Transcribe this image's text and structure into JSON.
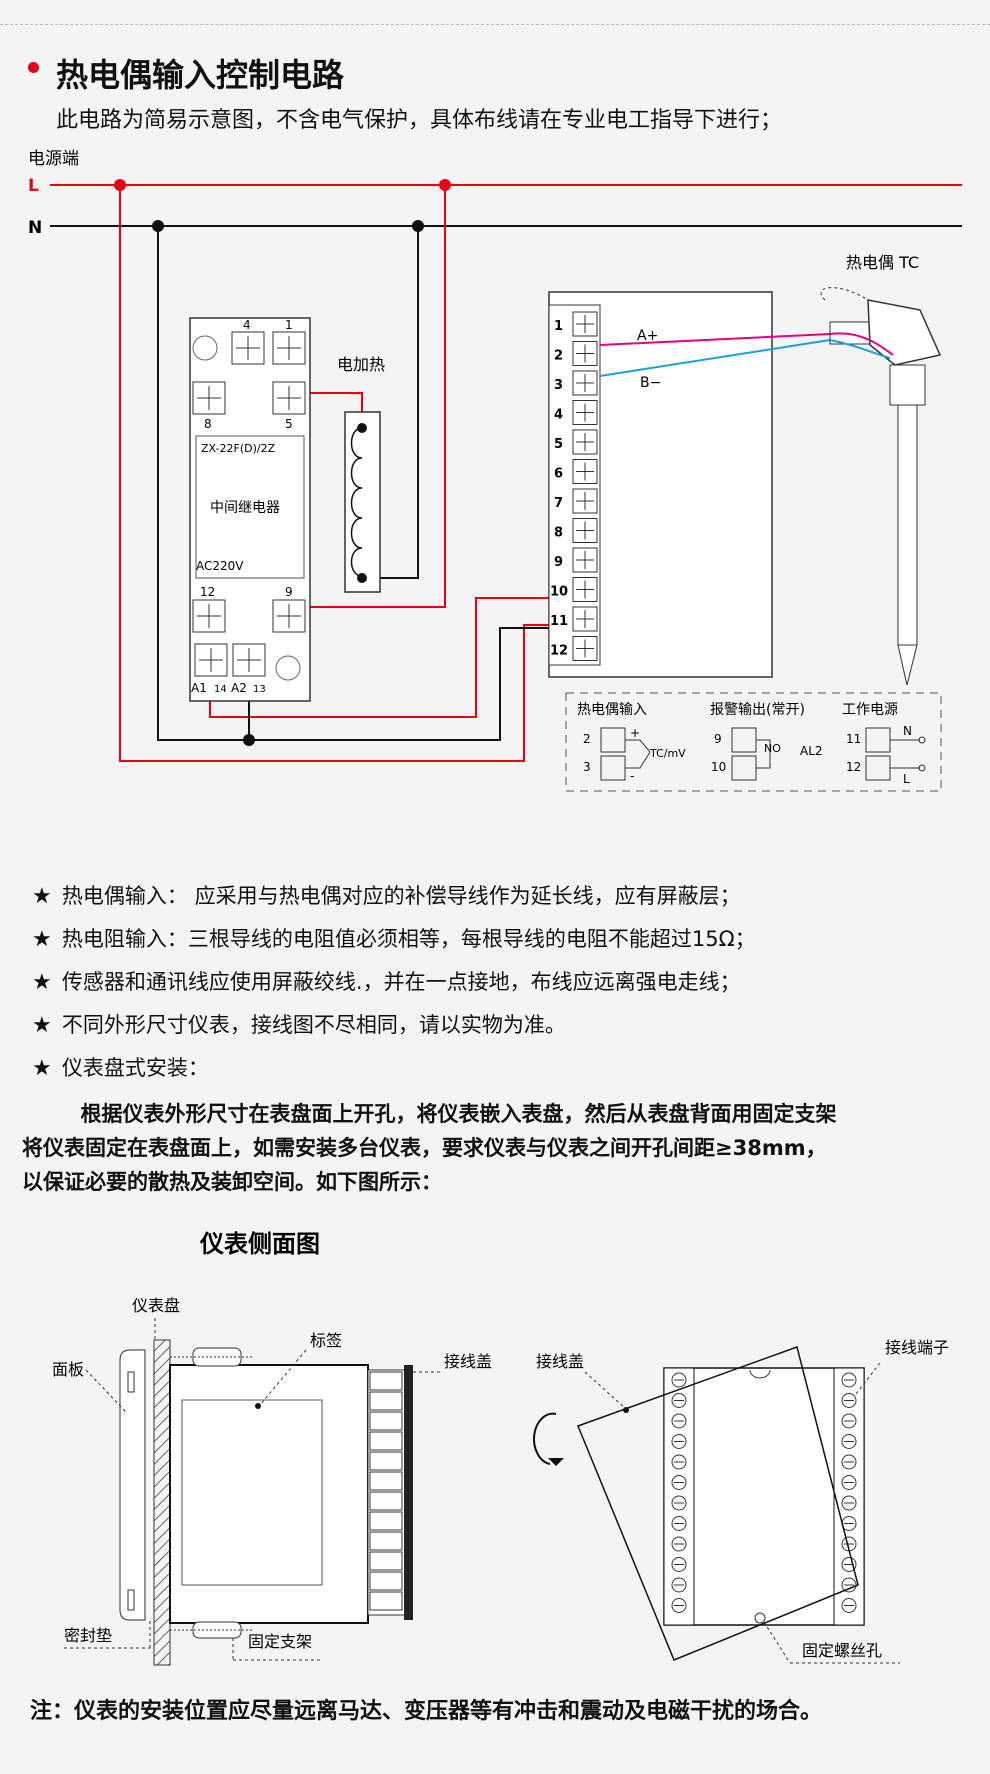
{
  "header": {
    "title": "热电偶输入控制电路",
    "subtitle": "此电路为简易示意图，不含电气保护，具体布线请在专业电工指导下进行；"
  },
  "circuit": {
    "power_label": "电源端",
    "line_L": "L",
    "line_N": "N",
    "heater_label": "电加热",
    "relay": {
      "model": "ZX-22F(D)/2Z",
      "name": "中间继电器",
      "voltage": "AC220V",
      "pins_top": [
        "4",
        "1"
      ],
      "pins_mid": [
        "8",
        "5"
      ],
      "pins_low": [
        "12",
        "9"
      ],
      "pins_bottom": [
        "A1",
        "14",
        "A2",
        "13"
      ]
    },
    "terminals": [
      "1",
      "2",
      "3",
      "4",
      "5",
      "6",
      "7",
      "8",
      "9",
      "10",
      "11",
      "12"
    ],
    "tc_label": "热电偶 TC",
    "wire_a": "A+",
    "wire_b": "B−",
    "legend": {
      "tc_input": "热电偶输入",
      "tc_plus": "+",
      "tc_minus": "-",
      "tc_unit": "TC/mV",
      "alarm": "报警输出(常开)",
      "alarm_no": "NO",
      "alarm_al": "AL2",
      "power": "工作电源",
      "power_n": "N",
      "power_l": "L",
      "t2": "2",
      "t3": "3",
      "t9": "9",
      "t10": "10",
      "t11": "11",
      "t12": "12"
    }
  },
  "notes": [
    {
      "star": "★",
      "text": "热电偶输入：  应采用与热电偶对应的补偿导线作为延长线，应有屏蔽层；"
    },
    {
      "star": "★",
      "text": "热电阻输入：三根导线的电阻值必须相等，每根导线的电阻不能超过15Ω；"
    },
    {
      "star": "★",
      "text": "传感器和通讯线应使用屏蔽绞线.，并在一点接地，布线应远离强电走线；"
    },
    {
      "star": "★",
      "text": "不同外形尺寸仪表，接线图不尽相同，请以实物为准。"
    },
    {
      "star": "★",
      "text": "仪表盘式安装："
    }
  ],
  "install_text": [
    "        根据仪表外形尺寸在表盘面上开孔，将仪表嵌入表盘，然后从表盘背面用固定支架",
    "将仪表固定在表盘面上，如需安装多台仪表，要求仪表与仪表之间开孔间距≥38mm，",
    "以保证必要的散热及装卸空间。如下图所示："
  ],
  "side_view": {
    "title": "仪表侧面图",
    "panel_board": "仪表盘",
    "face_plate": "面板",
    "label": "标签",
    "wiring_cover": "接线盖",
    "gasket": "密封垫",
    "bracket": "固定支架"
  },
  "back_view": {
    "wiring_cover": "接线盖",
    "terminal": "接线端子",
    "screw_hole": "固定螺丝孔"
  },
  "footer": "注：仪表的安装位置应尽量远离马达、变压器等有冲击和震动及电磁干扰的场合。",
  "colors": {
    "live": "#e60012",
    "neutral": "#111111",
    "tc_pos": "#e4007f",
    "tc_neg": "#1ba0d8"
  }
}
